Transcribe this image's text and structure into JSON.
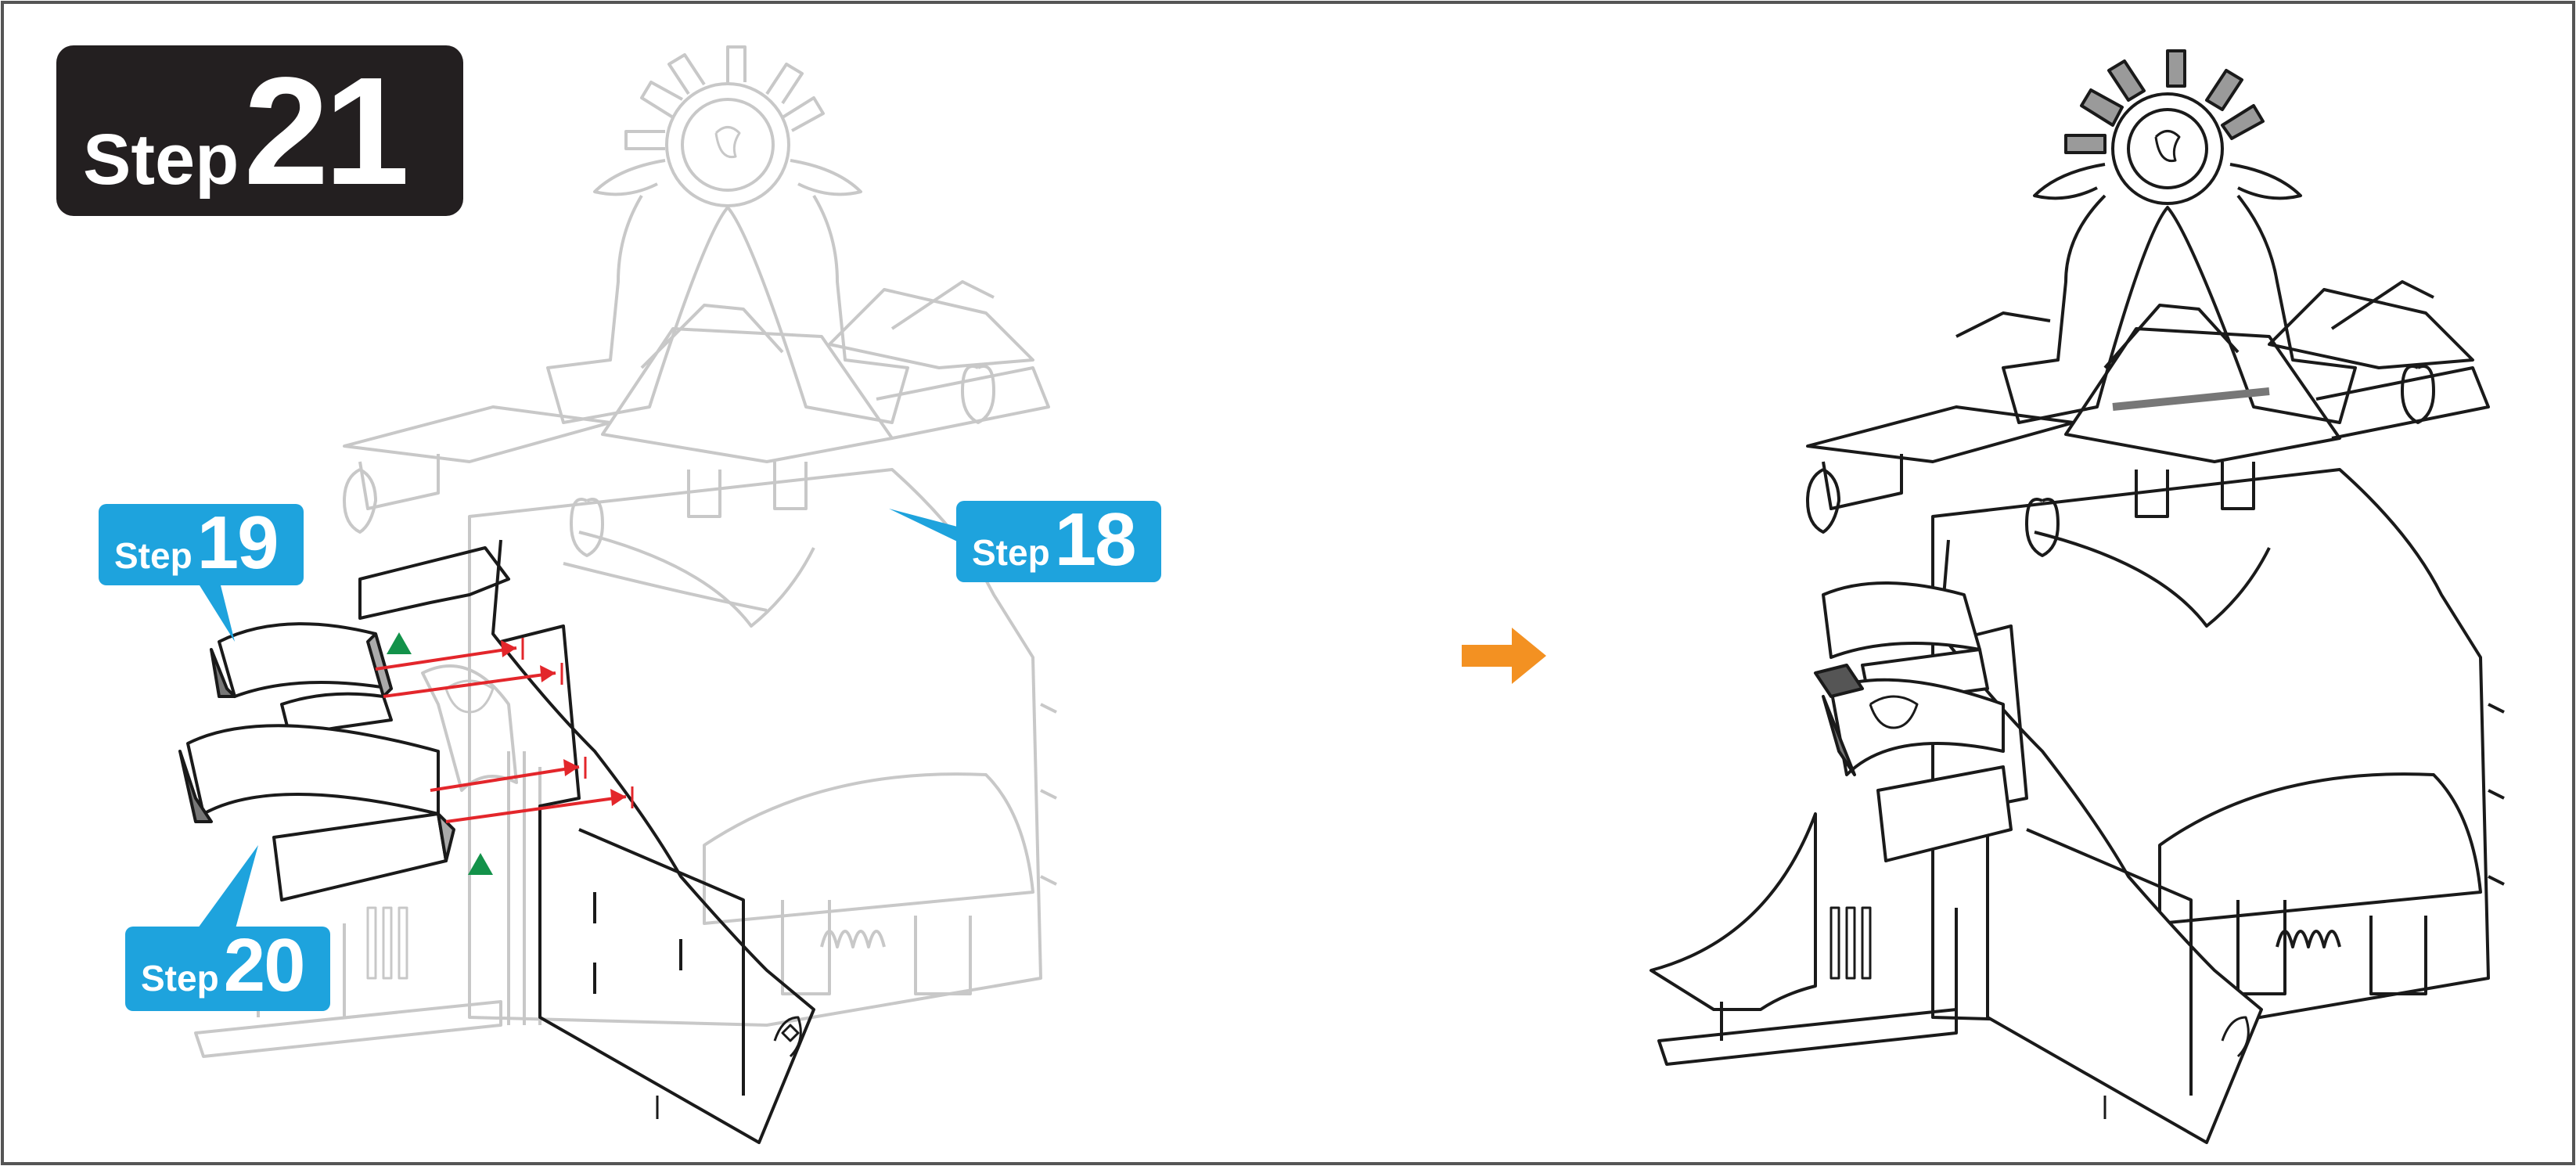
{
  "main_step": {
    "word": "Step",
    "number": "21"
  },
  "callouts": [
    {
      "id": "step19",
      "word": "Step",
      "number": "19"
    },
    {
      "id": "step18",
      "word": "Step",
      "number": "18"
    },
    {
      "id": "step20",
      "word": "Step",
      "number": "20"
    }
  ],
  "colors": {
    "main_badge": "#231f20",
    "callout_badge": "#1ea3dd",
    "transition_arrow": "#f39122",
    "insert_arrows": "#e3262b",
    "markers": "#13924a",
    "faded_lines": "#c8c8c8",
    "solid_lines": "#1a1a1a"
  },
  "icons": [
    "orange-right-arrow-icon",
    "red-insert-arrow-icon",
    "green-triangle-marker-icon"
  ]
}
